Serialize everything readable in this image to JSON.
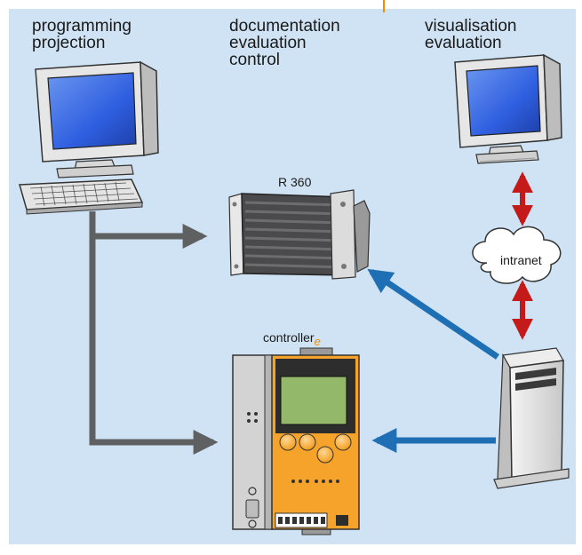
{
  "labels": {
    "top_left": [
      "programming",
      "projection"
    ],
    "top_center": [
      "documentation",
      "evaluation",
      "control"
    ],
    "top_right": [
      "visualisation",
      "evaluation"
    ],
    "device": "R 360",
    "cloud": "intranet",
    "controller": "controller",
    "controller_sub": "e"
  },
  "colors": {
    "background": "#cfe3f4",
    "accent": "#f28c00",
    "gray_arrow": "#5f6062",
    "blue_arrow": "#1f6fb4",
    "red_arrow": "#c41a1a",
    "screen_blue": "#2f5fe0",
    "lcd_green": "#93b86a",
    "orange_panel": "#f5a32a"
  }
}
